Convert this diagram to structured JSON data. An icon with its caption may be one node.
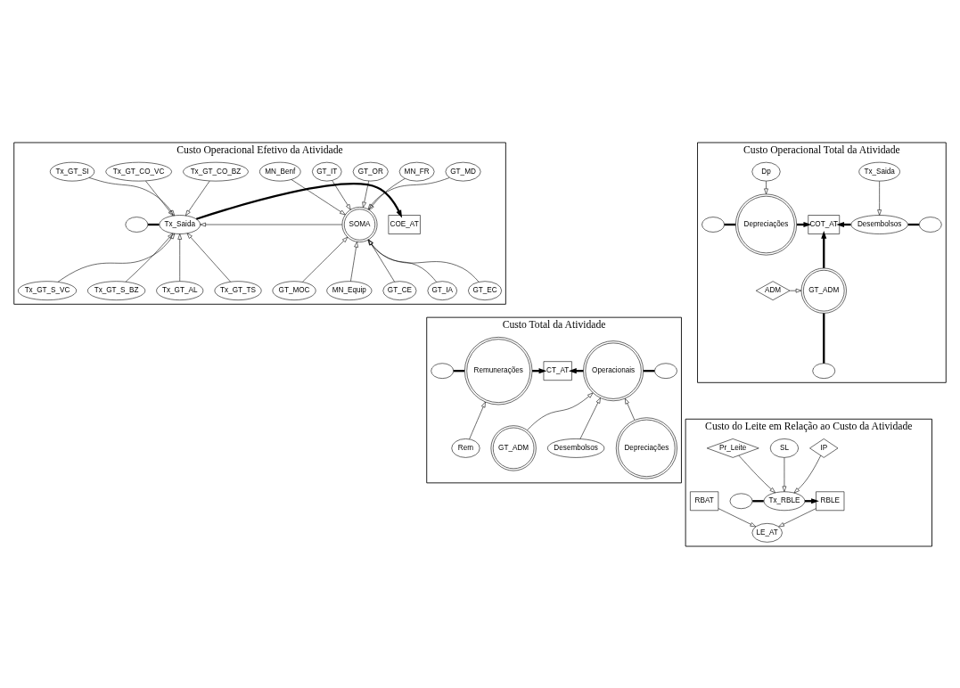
{
  "diagram": {
    "nodes": [
      {
        "text": [
          "Custo Operacional Efetivo da Atividade"
        ]
      },
      {
        "text": [],
        "shape": "cloud",
        "in": 0
      },
      {
        "text": [
          "Tx_Saida"
        ],
        "in": 0
      },
      {
        "text": [
          "COE_AT"
        ],
        "in": 0
      },
      {
        "text": [
          "Tx_GT_CO_BZ"
        ],
        "in": 0
      },
      {
        "text": [
          "Tx_GT_CO_VC"
        ],
        "in": 0
      },
      {
        "text": [
          "Tx_GT_SI"
        ],
        "in": 0
      },
      {
        "text": [
          "Tx_GT_S_VC"
        ],
        "in": 0
      },
      {
        "text": [
          "Tx_GT_S_BZ"
        ],
        "in": 0
      },
      {
        "text": [
          "Tx_GT_AL"
        ],
        "in": 0
      },
      {
        "text": [
          "Tx_GT_TS"
        ],
        "in": 0
      },
      {
        "text": [
          "SOMA"
        ],
        "in": 0
      },
      {
        "text": [
          "GT_MD"
        ],
        "in": 0
      },
      {
        "text": [
          "MN_FR"
        ],
        "in": 0
      },
      {
        "text": [
          "GT_OR"
        ],
        "in": 0
      },
      {
        "text": [
          "GT_IT"
        ],
        "in": 0
      },
      {
        "text": [
          "MN_Benf"
        ],
        "in": 0
      },
      {
        "text": [
          "MN_Equip"
        ],
        "in": 0
      },
      {
        "text": [
          "GT_CE"
        ],
        "in": 0
      },
      {
        "text": [
          "GT_IA"
        ],
        "in": 0
      },
      {
        "text": [
          "GT_EC"
        ],
        "in": 0
      },
      {
        "text": [
          "GT_MOC"
        ],
        "in": 0
      },
      {
        "text": [
          "Custo Operacional Total da Atividade"
        ]
      },
      {
        "text": [],
        "shape": "cloud",
        "in": 22
      },
      {
        "text": [
          "Depreciações"
        ],
        "in": 22
      },
      {
        "text": [
          "COT_AT"
        ],
        "in": 22
      },
      {
        "text": [
          "Dp"
        ],
        "in": 22
      },
      {
        "text": [
          "Tx_Saida"
        ],
        "in": 22
      },
      {
        "text": [
          "Desembolsos"
        ],
        "in": 22
      },
      {
        "text": [],
        "shape": "cloud",
        "in": 22
      },
      {
        "text": [
          "GT_ADM"
        ],
        "in": 22
      },
      {
        "text": [
          "ADM"
        ],
        "in": 22
      },
      {
        "text": [],
        "shape": "cloud",
        "in": 22
      },
      {
        "text": [
          "Custo Total da Atividade"
        ]
      },
      {
        "text": [],
        "shape": "cloud",
        "in": 33
      },
      {
        "text": [
          "Remunerações"
        ],
        "in": 33
      },
      {
        "text": [
          "CT_AT"
        ],
        "in": 33
      },
      {
        "text": [
          "Operacionais"
        ],
        "in": 33
      },
      {
        "text": [],
        "shape": "cloud",
        "in": 33
      },
      {
        "text": [
          "Rem"
        ],
        "in": 33
      },
      {
        "text": [
          "Depreciações"
        ],
        "in": 33
      },
      {
        "text": [
          "GT_ADM"
        ],
        "in": 33
      },
      {
        "text": [
          "Desembolsos"
        ],
        "in": 33
      },
      {
        "text": [
          "Custo do Leite em Relação ao Custo da Atividade"
        ]
      },
      {
        "text": [
          "IP"
        ],
        "in": 43
      },
      {
        "text": [
          "SL"
        ],
        "in": 43
      },
      {
        "text": [
          "Pr_Leite"
        ],
        "in": 43
      },
      {
        "text": [],
        "shape": "cloud",
        "in": 43
      },
      {
        "text": [
          "Tx_RBLE"
        ],
        "in": 43
      },
      {
        "text": [
          "RBLE"
        ],
        "in": 43
      },
      {
        "text": [
          "RBAT"
        ],
        "in": 43
      },
      {
        "text": [
          "LE_AT"
        ],
        "in": 43
      }
    ],
    "edges": [
      {
        "from": 1,
        "to": 2,
        "arrow": "none",
        "style": "thick"
      },
      {
        "from": 2,
        "to": 3,
        "arrow": "to",
        "style": "thick"
      },
      {
        "from": 4,
        "to": 2,
        "arrow": "to"
      },
      {
        "from": 5,
        "to": 2,
        "arrow": "to"
      },
      {
        "from": 6,
        "to": 2,
        "arrow": "to"
      },
      {
        "from": 7,
        "to": 2,
        "arrow": "to"
      },
      {
        "from": 8,
        "to": 2,
        "arrow": "to"
      },
      {
        "from": 9,
        "to": 2,
        "arrow": "to"
      },
      {
        "from": 10,
        "to": 2,
        "arrow": "to"
      },
      {
        "from": 11,
        "to": 2,
        "arrow": "to"
      },
      {
        "from": 12,
        "to": 11,
        "arrow": "to"
      },
      {
        "from": 13,
        "to": 11,
        "arrow": "to"
      },
      {
        "from": 14,
        "to": 11,
        "arrow": "to"
      },
      {
        "from": 15,
        "to": 11,
        "arrow": "to"
      },
      {
        "from": 16,
        "to": 11,
        "arrow": "to"
      },
      {
        "from": 17,
        "to": 11,
        "arrow": "to"
      },
      {
        "from": 18,
        "to": 11,
        "arrow": "to"
      },
      {
        "from": 19,
        "to": 11,
        "arrow": "to"
      },
      {
        "from": 20,
        "to": 11,
        "arrow": "to"
      },
      {
        "from": 21,
        "to": 11,
        "arrow": "to"
      },
      {
        "from": 23,
        "to": 24,
        "arrow": "none",
        "style": "thick"
      },
      {
        "from": 24,
        "to": 25,
        "arrow": "to",
        "style": "thick"
      },
      {
        "from": 32,
        "to": 28,
        "arrow": "none",
        "style": "thick"
      },
      {
        "from": 28,
        "to": 25,
        "arrow": "to",
        "style": "thick"
      },
      {
        "from": 29,
        "to": 30,
        "arrow": "none",
        "style": "thick"
      },
      {
        "from": 30,
        "to": 25,
        "arrow": "to",
        "style": "thick"
      },
      {
        "from": 26,
        "to": 24,
        "arrow": "to"
      },
      {
        "from": 27,
        "to": 28,
        "arrow": "to"
      },
      {
        "from": 31,
        "to": 30,
        "arrow": "to"
      },
      {
        "from": 34,
        "to": 35,
        "arrow": "none",
        "style": "thick"
      },
      {
        "from": 35,
        "to": 36,
        "arrow": "to",
        "style": "thick"
      },
      {
        "from": 38,
        "to": 37,
        "arrow": "none",
        "style": "thick"
      },
      {
        "from": 37,
        "to": 36,
        "arrow": "to",
        "style": "thick"
      },
      {
        "from": 39,
        "to": 35,
        "arrow": "to"
      },
      {
        "from": 40,
        "to": 37,
        "arrow": "to"
      },
      {
        "from": 41,
        "to": 37,
        "arrow": "to"
      },
      {
        "from": 42,
        "to": 37,
        "arrow": "to"
      },
      {
        "from": 47,
        "to": 48,
        "arrow": "none",
        "style": "thick"
      },
      {
        "from": 48,
        "to": 49,
        "arrow": "to",
        "style": "thick"
      },
      {
        "from": 44,
        "to": 48,
        "arrow": "to"
      },
      {
        "from": 45,
        "to": 48,
        "arrow": "to"
      },
      {
        "from": 46,
        "to": 48,
        "arrow": "to"
      },
      {
        "from": 50,
        "to": 51,
        "arrow": "to"
      },
      {
        "from": 49,
        "to": 51,
        "arrow": "to"
      }
    ]
  }
}
